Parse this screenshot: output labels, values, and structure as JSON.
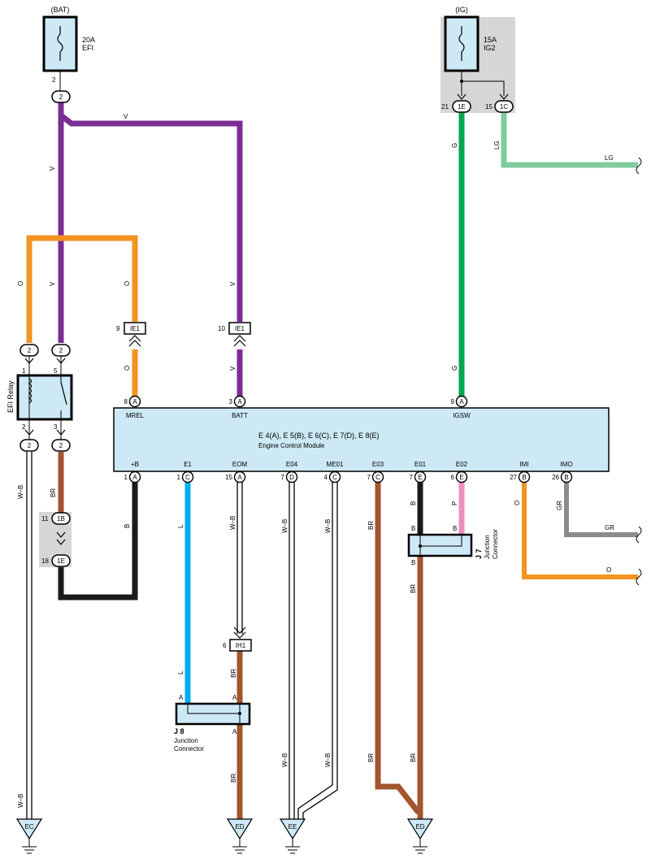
{
  "sources": {
    "bat": {
      "label": "(BAT)",
      "fuse_amp": "20A",
      "fuse_name": "EFI",
      "pin": "2"
    },
    "ig": {
      "label": "(IG)",
      "fuse_amp": "15A",
      "fuse_name": "IG2"
    }
  },
  "relay": {
    "name": "EFI Relay",
    "pins": {
      "p1": "1",
      "p5": "5",
      "p2": "2",
      "p3": "3"
    }
  },
  "connectors": {
    "c2a": "2",
    "c2b": "2",
    "c2c": "2",
    "c2d": "2",
    "c2e": "2",
    "ie1": "IE1",
    "ie1_pin_a": "9",
    "ie1_pin_b": "10",
    "ih1": "IH1",
    "ih1_pin": "6",
    "c1e": "1E",
    "c1e_pin": "21",
    "c1c": "1C",
    "c1c_pin": "15",
    "c1b": "1B",
    "c1b_pin": "11",
    "c1e_b": "1E",
    "c1e_b_pin": "18"
  },
  "wires": {
    "v": "V",
    "o": "O",
    "g": "G",
    "lg": "LG",
    "wb": "W–B",
    "br": "BR",
    "b": "B",
    "l": "L",
    "p": "P",
    "gr": "GR"
  },
  "ecm": {
    "title": "E 4(A), E 5(B), E 6(C), E 7(D), E 8(E)",
    "subtitle": "Engine Control Module",
    "top_pins": [
      {
        "name": "MREL",
        "num": "8",
        "conn": "A"
      },
      {
        "name": "BATT",
        "num": "3",
        "conn": "A"
      },
      {
        "name": "IGSW",
        "num": "9",
        "conn": "A"
      }
    ],
    "bottom_pins": [
      {
        "name": "+B",
        "num": "1",
        "conn": "A"
      },
      {
        "name": "E1",
        "num": "1",
        "conn": "C"
      },
      {
        "name": "EOM",
        "num": "15",
        "conn": "A"
      },
      {
        "name": "E04",
        "num": "7",
        "conn": "D"
      },
      {
        "name": "ME01",
        "num": "4",
        "conn": "C"
      },
      {
        "name": "E03",
        "num": "7",
        "conn": "C"
      },
      {
        "name": "E01",
        "num": "7",
        "conn": "E"
      },
      {
        "name": "E02",
        "num": "6",
        "conn": "E"
      },
      {
        "name": "IMI",
        "num": "27",
        "conn": "B"
      },
      {
        "name": "IMO",
        "num": "26",
        "conn": "B"
      }
    ]
  },
  "junctions": {
    "j8": {
      "id": "J 8",
      "line1": "Junction",
      "line2": "Connector",
      "pin": "A"
    },
    "j7": {
      "id": "J 7",
      "line1": "Junction",
      "line2": "Connector",
      "pin": "B"
    }
  },
  "grounds": {
    "ec": "EC",
    "ed1": "ED",
    "ee": "EE",
    "ed2": "ED"
  },
  "colors": {
    "violet": "#7a2e93",
    "orange": "#f39321",
    "green": "#00a651",
    "lightgreen": "#80cc9c",
    "brown": "#a2552f",
    "black": "#1a1a1a",
    "blue": "#00aeef",
    "pink": "#ee8ebf",
    "gray": "#8c8c8c",
    "box": "#cde9f5",
    "shade": "#d6d6d6"
  }
}
